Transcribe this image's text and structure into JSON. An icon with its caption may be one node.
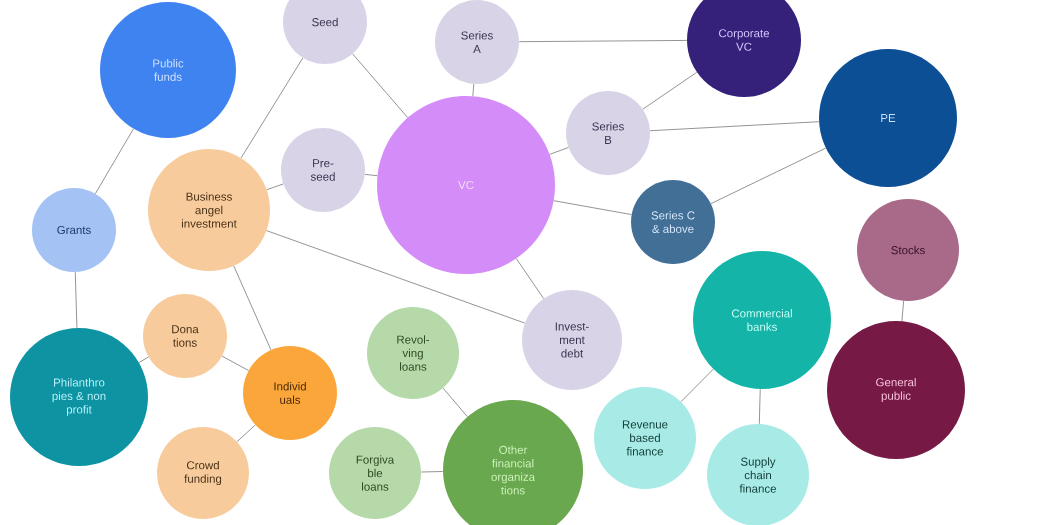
{
  "diagram": {
    "nodes": [
      {
        "text": [
          "Public funds"
        ]
      },
      {
        "text": [
          "Seed"
        ]
      },
      {
        "text": [
          "Series A"
        ]
      },
      {
        "text": [
          "Corporate VC"
        ]
      },
      {
        "text": [
          "PE"
        ]
      },
      {
        "text": [
          "Grants"
        ]
      },
      {
        "text": [
          "Business angel investment"
        ]
      },
      {
        "text": [
          "Pre- seed"
        ]
      },
      {
        "text": [
          "VC"
        ]
      },
      {
        "text": [
          "Series B"
        ]
      },
      {
        "text": [
          "Series C & above"
        ]
      },
      {
        "text": [
          "Stocks"
        ]
      },
      {
        "text": [
          "Philanthro pies & non profit"
        ]
      },
      {
        "text": [
          "Dona tions"
        ]
      },
      {
        "text": [
          "Individ uals"
        ]
      },
      {
        "text": [
          "Revol- ving loans"
        ]
      },
      {
        "text": [
          "Invest- ment debt"
        ]
      },
      {
        "text": [
          "Commercial banks"
        ]
      },
      {
        "text": [
          "General public"
        ]
      },
      {
        "text": [
          "Crowd funding"
        ]
      },
      {
        "text": [
          "Forgiva ble loans"
        ]
      },
      {
        "text": [
          "Other financial organiza tions"
        ]
      },
      {
        "text": [
          "Revenue based finance"
        ]
      },
      {
        "text": [
          "Supply chain finance"
        ]
      }
    ],
    "edges": [
      {
        "from": 0,
        "to": 5,
        "arrow": "none"
      },
      {
        "from": 1,
        "to": 6,
        "arrow": "none"
      },
      {
        "from": 1,
        "to": 8,
        "arrow": "none"
      },
      {
        "from": 2,
        "to": 8,
        "arrow": "none"
      },
      {
        "from": 2,
        "to": 3,
        "arrow": "none"
      },
      {
        "from": 3,
        "to": 9,
        "arrow": "none"
      },
      {
        "from": 9,
        "to": 4,
        "arrow": "none"
      },
      {
        "from": 9,
        "to": 8,
        "arrow": "none"
      },
      {
        "from": 4,
        "to": 10,
        "arrow": "none"
      },
      {
        "from": 10,
        "to": 8,
        "arrow": "none"
      },
      {
        "from": 6,
        "to": 7,
        "arrow": "none"
      },
      {
        "from": 7,
        "to": 8,
        "arrow": "none"
      },
      {
        "from": 6,
        "to": 16,
        "arrow": "none"
      },
      {
        "from": 8,
        "to": 16,
        "arrow": "none"
      },
      {
        "from": 5,
        "to": 12,
        "arrow": "none"
      },
      {
        "from": 12,
        "to": 13,
        "arrow": "none"
      },
      {
        "from": 13,
        "to": 14,
        "arrow": "none"
      },
      {
        "from": 6,
        "to": 14,
        "arrow": "none"
      },
      {
        "from": 14,
        "to": 19,
        "arrow": "none"
      },
      {
        "from": 15,
        "to": 21,
        "arrow": "none"
      },
      {
        "from": 20,
        "to": 21,
        "arrow": "none"
      },
      {
        "from": 17,
        "to": 22,
        "arrow": "none"
      },
      {
        "from": 17,
        "to": 23,
        "arrow": "none"
      },
      {
        "from": 11,
        "to": 18,
        "arrow": "none"
      }
    ]
  }
}
